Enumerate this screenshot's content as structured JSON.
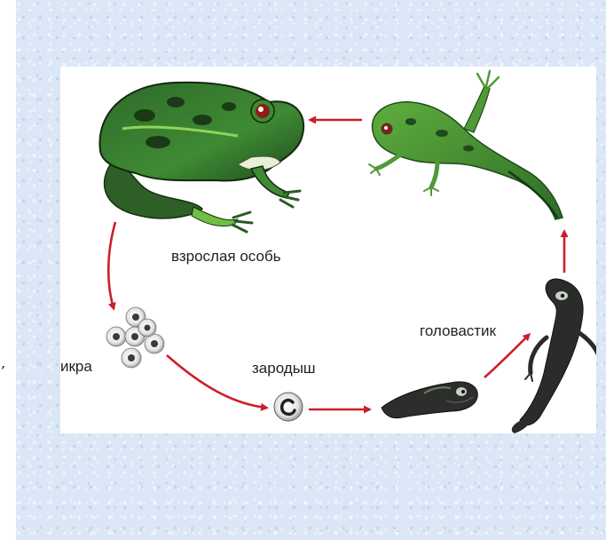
{
  "diagram": {
    "stages": {
      "adult": "взрослая особь",
      "eggs": "икра",
      "embryo": "зародыш",
      "tadpole": "головастик"
    },
    "arrow_color": "#cc1f2b"
  },
  "page": {
    "left_strip_mark": ","
  }
}
